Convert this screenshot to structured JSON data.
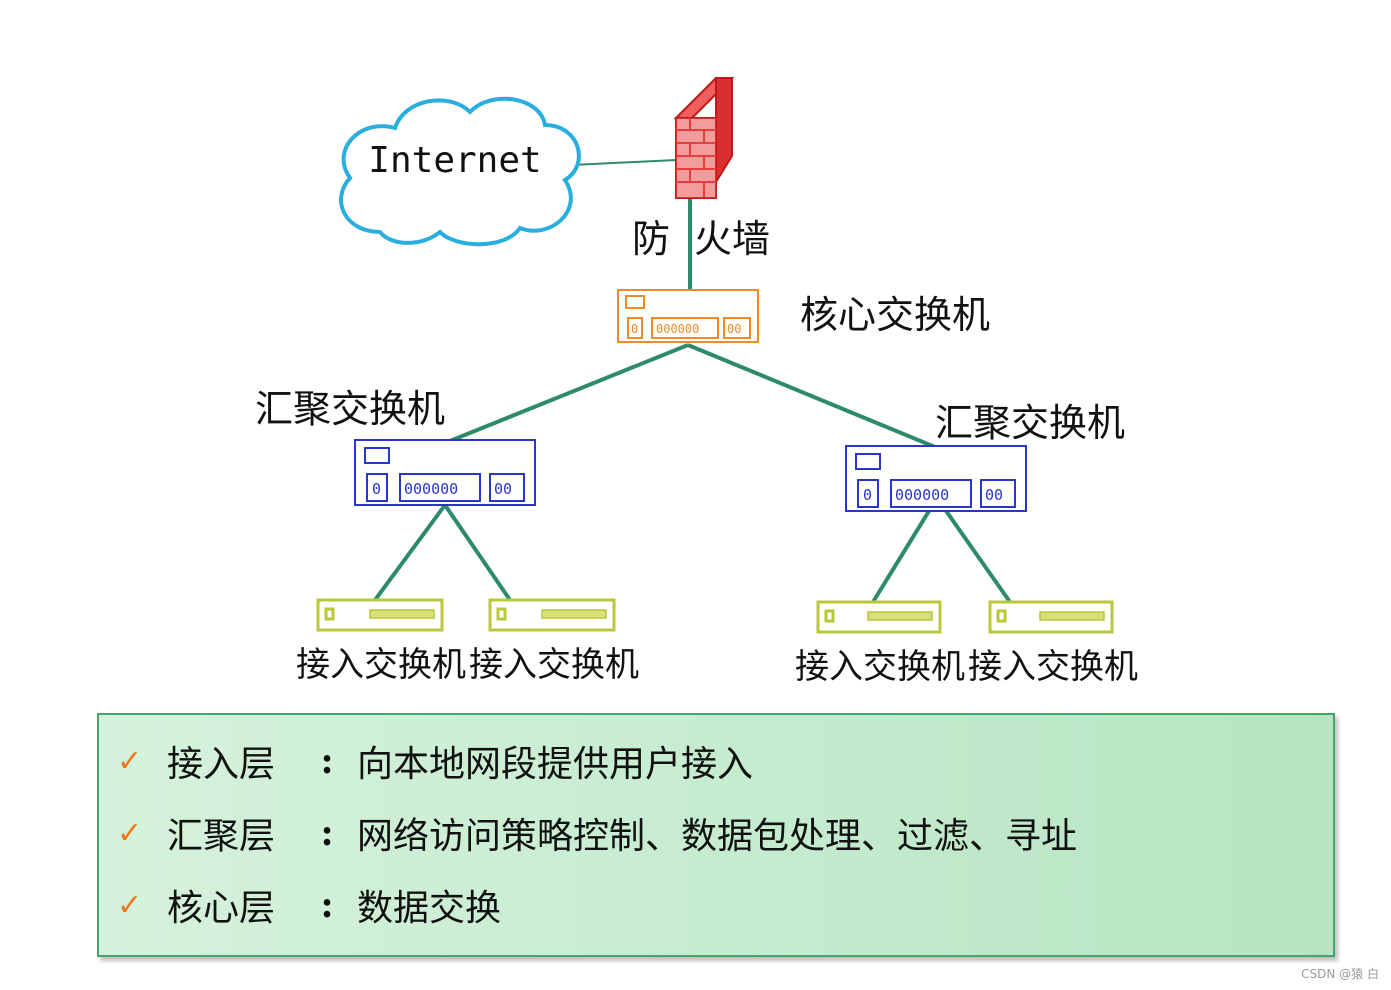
{
  "nodes": {
    "internet": "Internet",
    "firewall_label_part1": "防",
    "firewall_label_part2": "火墙",
    "core_switch": "核心交换机",
    "agg_switch_left": "汇聚交换机",
    "agg_switch_right": "汇聚交换机",
    "access_switches": [
      "接入交换机",
      "接入交换机",
      "接入交换机",
      "接入交换机"
    ]
  },
  "device_panel_text": {
    "port_single": "0",
    "port_group": "000000",
    "port_pair": "00"
  },
  "legend": [
    {
      "check": "✓",
      "term": "接入层",
      "colon": ":",
      "desc": "向本地网段提供用户接入"
    },
    {
      "check": "✓",
      "term": "汇聚层",
      "colon": ":",
      "desc": "网络访问策略控制、数据包处理、过滤、寻址"
    },
    {
      "check": "✓",
      "term": "核心层",
      "colon": ":",
      "desc": "数据交换"
    }
  ],
  "watermark": "CSDN @猿 白",
  "colors": {
    "link": "#2e8b6a",
    "cloud": "#2aaee0",
    "firewall": "#e23030",
    "core_switch": "#f08a2a",
    "agg_switch": "#2a36c8",
    "access_switch": "#b8c83a",
    "check": "#f07a1a"
  }
}
